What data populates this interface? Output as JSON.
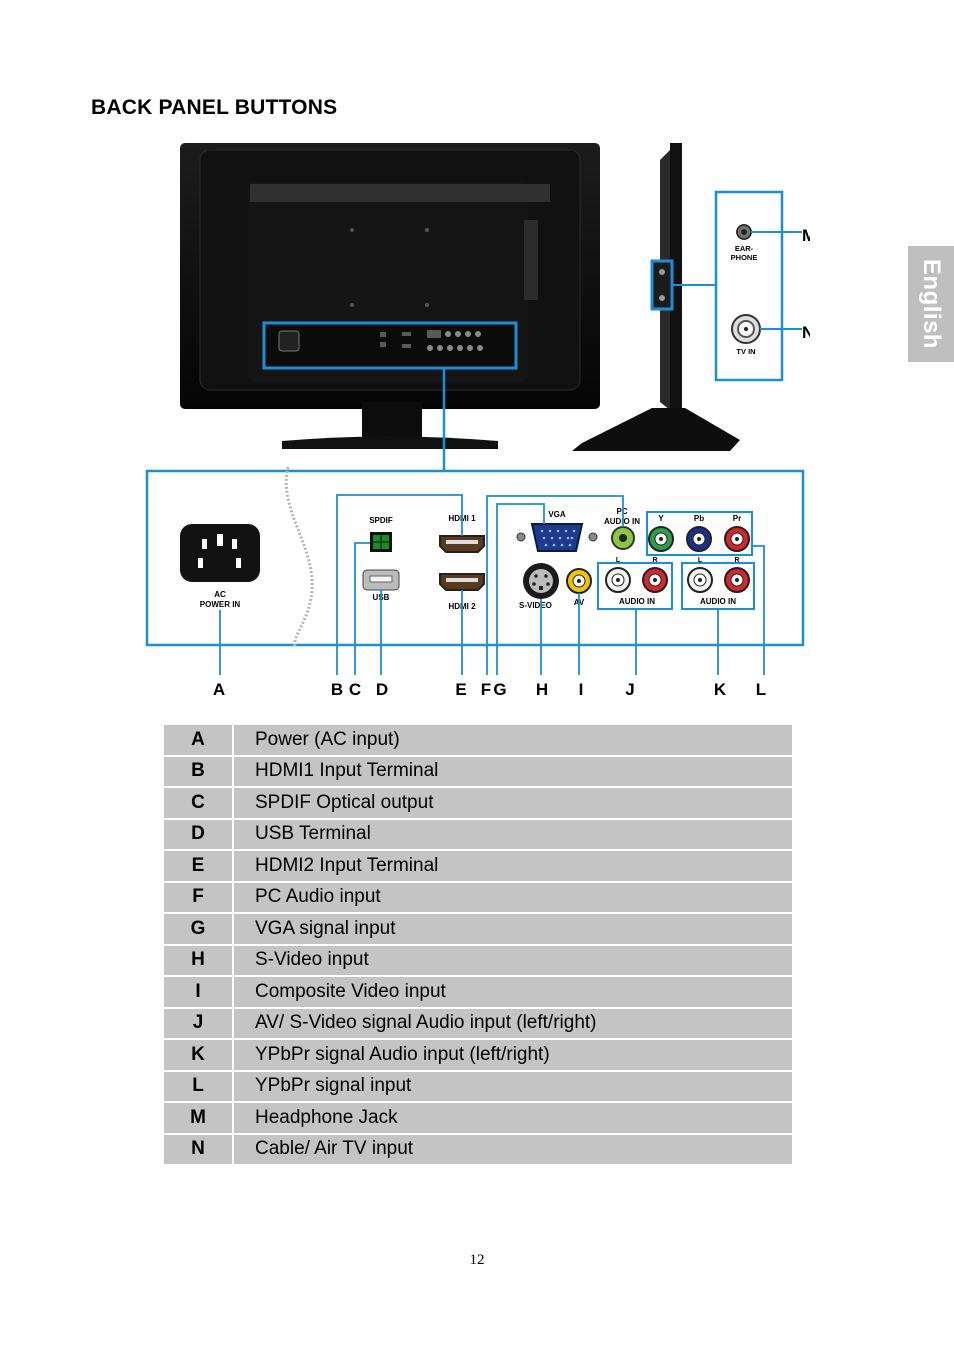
{
  "page": {
    "title": "BACK PANEL BUTTONS",
    "language_tab": "English",
    "page_number": "12"
  },
  "colors": {
    "callout_blue": "#1a8fd6",
    "table_bg": "#c4c4c4",
    "tab_bg": "#bfbfbf"
  },
  "diagram": {
    "side_labels": {
      "earphone": "EAR-\nPHONE",
      "tv_in": "TV IN",
      "m": "M",
      "n": "N"
    },
    "port_labels": {
      "ac_power_in": "AC\nPOWER IN",
      "spdif": "SPDIF",
      "usb": "USB",
      "hdmi1": "HDMI 1",
      "hdmi2": "HDMI 2",
      "vga": "VGA",
      "pc_audio_in": "PC\nAUDIO IN",
      "s_video": "S-VIDEO",
      "av": "AV",
      "y": "Y",
      "pb": "Pb",
      "pr": "Pr",
      "l1": "L",
      "r1": "R",
      "audio_in_1": "AUDIO IN",
      "l2": "L",
      "r2": "R",
      "audio_in_2": "AUDIO IN"
    },
    "callouts": [
      "A",
      "B",
      "C",
      "D",
      "E",
      "F",
      "G",
      "H",
      "I",
      "J",
      "K",
      "L"
    ],
    "icons": [
      "monitor-back-icon",
      "monitor-side-icon",
      "ac-socket-icon",
      "hdmi-port-icon",
      "usb-port-icon",
      "spdif-port-icon",
      "vga-port-icon",
      "s-video-port-icon",
      "rca-jack-icon",
      "coax-jack-icon"
    ]
  },
  "legend": [
    {
      "key": "A",
      "desc": "Power (AC input)"
    },
    {
      "key": "B",
      "desc": "HDMI1 Input Terminal"
    },
    {
      "key": "C",
      "desc": "SPDIF Optical output"
    },
    {
      "key": "D",
      "desc": "USB Terminal"
    },
    {
      "key": "E",
      "desc": "HDMI2 Input Terminal"
    },
    {
      "key": "F",
      "desc": "PC Audio input"
    },
    {
      "key": "G",
      "desc": "VGA signal input"
    },
    {
      "key": "H",
      "desc": "S-Video input"
    },
    {
      "key": "I",
      "desc": "Composite Video input"
    },
    {
      "key": "J",
      "desc": "AV/ S-Video signal Audio input (left/right)"
    },
    {
      "key": "K",
      "desc": "YPbPr signal Audio input (left/right)"
    },
    {
      "key": "L",
      "desc": "YPbPr signal input"
    },
    {
      "key": "M",
      "desc": "Headphone Jack"
    },
    {
      "key": "N",
      "desc": "Cable/ Air TV input"
    }
  ]
}
